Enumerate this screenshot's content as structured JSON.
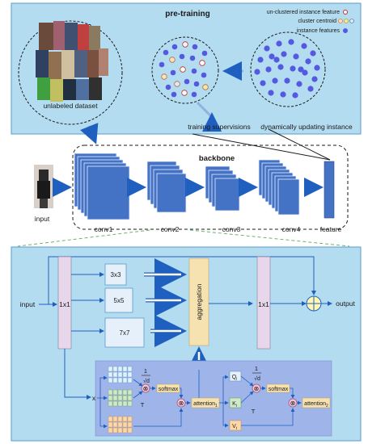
{
  "pretraining": {
    "title": "pre-training",
    "legend": {
      "unclustered": "un-clustered instance feature",
      "centroid": "cluster centroid",
      "instance": "instance features"
    },
    "unlabeled_label": "unlabeled dataset",
    "training_supervisions": "training supervisions",
    "dynamic_update": "dynamically updating instance"
  },
  "backbone": {
    "title": "backbone",
    "input_label": "input",
    "stages": [
      "conv1",
      "conv2",
      "conv3",
      "conv4",
      "feature"
    ]
  },
  "module": {
    "input_label": "input",
    "conv1x1_left": "1x1",
    "k3": "3x3",
    "k5": "5x5",
    "k7": "7x7",
    "aggregation": "aggregation",
    "conv1x1_right": "1x1",
    "output_label": "output"
  },
  "attention": {
    "x_label": "x",
    "scale_num": "1",
    "scale_den": "√d",
    "t1": "T",
    "softmax1": "softmax",
    "attention1": "attention",
    "attention1_sub": "1",
    "q": "Q",
    "q_sub": "i",
    "k": "K",
    "k_sub": "i",
    "v": "V",
    "v_sub": "i",
    "scale2_num": "1",
    "scale2_den": "√d",
    "t2": "T",
    "softmax2": "softmax",
    "attention2": "attention",
    "attention2_sub": "2",
    "mult": "⊗"
  },
  "colors": {
    "panel_bg": "#b3dcf0",
    "panel_border": "#5a9ccb",
    "block": "#4472c4",
    "lavender": "#e6d7ea",
    "inner_panel": "#9fb4e8",
    "softmax": "#f6e2b0",
    "arrow": "#1f5fbf"
  }
}
